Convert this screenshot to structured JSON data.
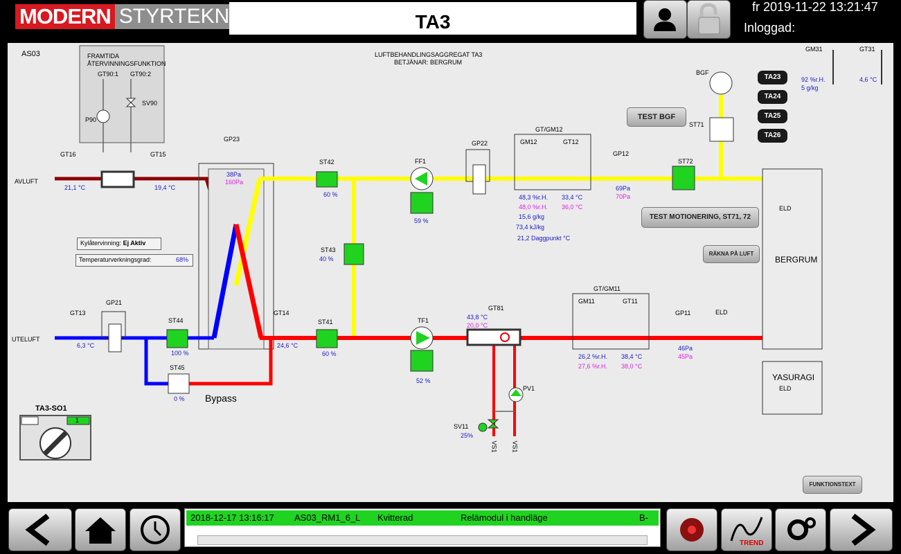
{
  "header": {
    "logo_left": "MODERN",
    "logo_right": "STYRTEKNIK",
    "title": "TA3",
    "datetime": "fr 2019-11-22 13:21:47",
    "login_label": "Inloggad:"
  },
  "diagram": {
    "section_id": "AS03",
    "unit_title": "LUFTBEHANDLINGSAGGREGAT TA3",
    "serves": "BETJÄNAR: BERGRUM",
    "future_title_1": "FRAMTIDA",
    "future_title_2": "ÅTERVINNINGSFUNKTION",
    "gt90_1": "GT90:1",
    "gt90_2": "GT90:2",
    "p90": "P90",
    "sv90": "SV90",
    "avluft": "AVLUFT",
    "uteluft": "UTELUFT",
    "gt16": "GT16",
    "gt16_val": "21,1 °C",
    "gt15": "GT15",
    "gt15_val": "19,4 °C",
    "gp23": "GP23",
    "gp23_val1": "38Pa",
    "gp23_val2": "160Pa",
    "st42": "ST42",
    "st42_val": "60 %",
    "ff1": "FF1",
    "ff1_val": "59 %",
    "gp22": "GP22",
    "gtgm12": "GT/GM12",
    "gm12": "GM12",
    "gt12": "GT12",
    "gm12_rh1": "48,3 %r.H.",
    "gm12_rh2": "48,0 %r.H.",
    "gm12_g": "15,6 g/kg",
    "gm12_kj": "73,4 kJ/kg",
    "gm12_dp": "21,2 Daggpunkt °C",
    "gt12_t1": "33,4 °C",
    "gt12_t2": "36,0 °C",
    "gp12": "GP12",
    "gp12_val1": "69Pa",
    "gp12_val2": "70Pa",
    "st72": "ST72",
    "st71": "ST71",
    "bgf": "BGF",
    "test_bgf": "TEST BGF",
    "test_motion": "TEST MOTIONERING, ST71, 72",
    "rakna": "RÄKNA PÅ LUFT",
    "ta_buttons": [
      "TA23",
      "TA24",
      "TA25",
      "TA26"
    ],
    "gm31": "GM31",
    "gm31_v1": "92 %r.H.",
    "gm31_v2": "5 g/kg",
    "gt31": "GT31",
    "gt31_val": "4,6 °C",
    "eld": "ELD",
    "bergrum": "BERGRUM",
    "yasuragi": "YASURAGI",
    "kyl_label": "Kylåtervinning:",
    "kyl_val": "Ej Aktiv",
    "temp_label": "Temperaturverkningsgrad:",
    "temp_val": "68%",
    "st43": "ST43",
    "st43_val": "40 %",
    "gt13": "GT13",
    "gt13_val": "6,3 °C",
    "gp21": "GP21",
    "st44": "ST44",
    "st44_val": "100 %",
    "st45": "ST45",
    "st45_val": "0 %",
    "bypass": "Bypass",
    "gt14": "GT14",
    "gt14_val": "24,6 °C",
    "st41": "ST41",
    "st41_val": "60 %",
    "tf1": "TF1",
    "tf1_val": "52 %",
    "gt81": "GT81",
    "gt81_v1": "43,8 °C",
    "gt81_v2": "20,0 °C",
    "pv1": "PV1",
    "sv11": "SV11",
    "sv11_val": "25%",
    "vs1": "VS1",
    "gtgm11": "GT/GM11",
    "gm11": "GM11",
    "gt11": "GT11",
    "gm11_rh1": "26,2 %r.H.",
    "gm11_rh2": "27,6 %r.H.",
    "gt11_t1": "38,4 °C",
    "gt11_t2": "38,0 °C",
    "gp11": "GP11",
    "gp11_v1": "46Pa",
    "gp11_v2": "45Pa",
    "so1": "TA3-SO1",
    "so1_state": "1",
    "funktionstext": "FUNKTIONSTEXT"
  },
  "alarm": {
    "time": "2018-12-17 13:16:17",
    "code": "AS03_RM1_6_L",
    "status": "Kvitterad",
    "text": "Relämodul i handläge",
    "priority": "B-"
  },
  "bottom": {
    "trend_label": "TREND"
  },
  "colors": {
    "exhaust": "#8b0000",
    "supply_warm": "#ff0000",
    "outdoor": "#0000ff",
    "return": "#ffff00",
    "damper_green": "#21d321"
  }
}
